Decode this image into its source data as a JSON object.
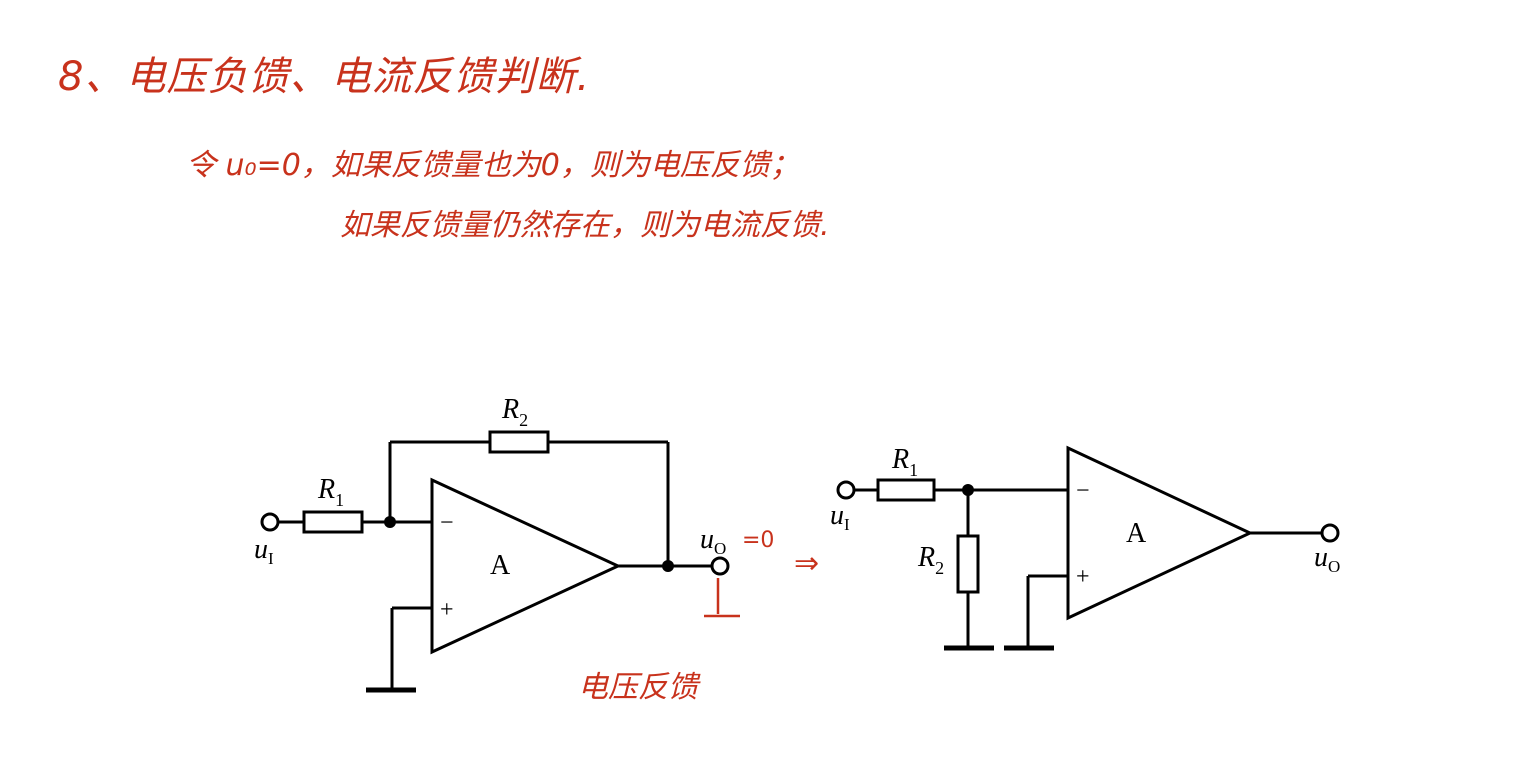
{
  "title": "8、电压负馈、电流反馈判断.",
  "rule_line1": "令 u₀=0，如果反馈量也为0，则为电压反馈；",
  "rule_line2": "如果反馈量仍然存在，则为电流反馈.",
  "left_circuit": {
    "r1": "R",
    "r1_sub": "1",
    "r2": "R",
    "r2_sub": "2",
    "opamp": "A",
    "minus": "−",
    "plus": "+",
    "in": "u",
    "in_sub": "I",
    "out": "u",
    "out_sub": "O",
    "out_annotation": "=0",
    "caption": "电压反馈"
  },
  "arrow": "⇒",
  "right_circuit": {
    "r1": "R",
    "r1_sub": "1",
    "r2": "R",
    "r2_sub": "2",
    "opamp": "A",
    "minus": "−",
    "plus": "+",
    "in": "u",
    "in_sub": "I",
    "out": "u",
    "out_sub": "O"
  },
  "colors": {
    "annotation": "#c8321c",
    "circuit": "#000000"
  }
}
